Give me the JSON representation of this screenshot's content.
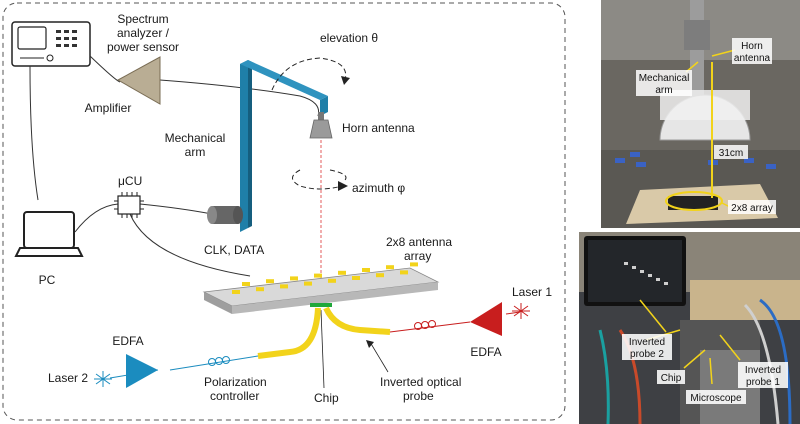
{
  "schematic": {
    "spectrum_analyzer": "Spectrum analyzer / power sensor",
    "spectrum_analyzer_line1": "Spectrum",
    "spectrum_analyzer_line2": "analyzer /",
    "spectrum_analyzer_line3": "power sensor",
    "amplifier": "Amplifier",
    "elevation": "elevation θ",
    "mechanical_arm_line1": "Mechanical",
    "mechanical_arm_line2": "arm",
    "horn_antenna": "Horn antenna",
    "mcu": "μCU",
    "azimuth": "azimuth φ",
    "clk_data": "CLK, DATA",
    "array_line1": "2x8 antenna",
    "array_line2": "array",
    "pc": "PC",
    "laser1": "Laser 1",
    "edfa_right": "EDFA",
    "edfa_left": "EDFA",
    "laser2": "Laser 2",
    "polarization_line1": "Polarization",
    "polarization_line2": "controller",
    "chip": "Chip",
    "probe_line1": "Inverted optical",
    "probe_line2": "probe"
  },
  "photo_top": {
    "horn_line1": "Horn",
    "horn_line2": "antenna",
    "arm_line1": "Mechanical",
    "arm_line2": "arm",
    "distance": "31cm",
    "array": "2x8 array"
  },
  "photo_bottom": {
    "probe2_line1": "Inverted",
    "probe2_line2": "probe 2",
    "chip": "Chip",
    "microscope": "Microscope",
    "probe1_line1": "Inverted",
    "probe1_line2": "probe 1"
  },
  "colors": {
    "arm_blue": "#1f7fa8",
    "patch_yellow": "#f2d31b",
    "laser_red": "#c81e1e",
    "laser_blue": "#1b8cbf",
    "amplifier": "#b9ad94",
    "chip_green": "#1fa83a"
  }
}
